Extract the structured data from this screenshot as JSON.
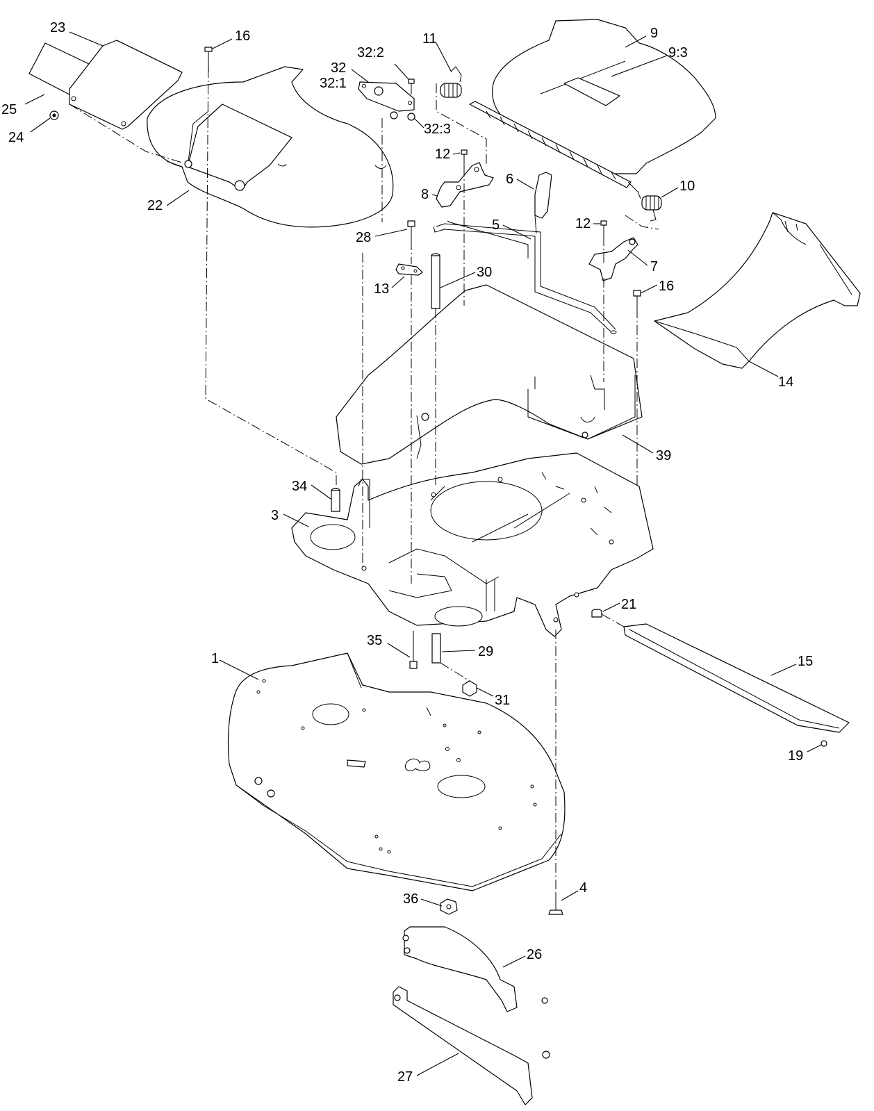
{
  "callouts": [
    {
      "id": "c23",
      "text": "23"
    },
    {
      "id": "c16a",
      "text": "16"
    },
    {
      "id": "c11",
      "text": "11"
    },
    {
      "id": "c9",
      "text": "9"
    },
    {
      "id": "c9_3",
      "text": "9:3"
    },
    {
      "id": "c32_2",
      "text": "32:2"
    },
    {
      "id": "c32",
      "text": "32"
    },
    {
      "id": "c32_1",
      "text": "32:1"
    },
    {
      "id": "c25",
      "text": "25"
    },
    {
      "id": "c24",
      "text": "24"
    },
    {
      "id": "c32_3",
      "text": "32:3"
    },
    {
      "id": "c12a",
      "text": "12"
    },
    {
      "id": "c6",
      "text": "6"
    },
    {
      "id": "c8",
      "text": "8"
    },
    {
      "id": "c10",
      "text": "10"
    },
    {
      "id": "c22",
      "text": "22"
    },
    {
      "id": "c5",
      "text": "5"
    },
    {
      "id": "c12b",
      "text": "12"
    },
    {
      "id": "c28",
      "text": "28"
    },
    {
      "id": "c7",
      "text": "7"
    },
    {
      "id": "c30",
      "text": "30"
    },
    {
      "id": "c13",
      "text": "13"
    },
    {
      "id": "c16b",
      "text": "16"
    },
    {
      "id": "c14",
      "text": "14"
    },
    {
      "id": "c39",
      "text": "39"
    },
    {
      "id": "c34",
      "text": "34"
    },
    {
      "id": "c3",
      "text": "3"
    },
    {
      "id": "c21",
      "text": "21"
    },
    {
      "id": "c35",
      "text": "35"
    },
    {
      "id": "c29",
      "text": "29"
    },
    {
      "id": "c1",
      "text": "1"
    },
    {
      "id": "c15",
      "text": "15"
    },
    {
      "id": "c31",
      "text": "31"
    },
    {
      "id": "c19",
      "text": "19"
    },
    {
      "id": "c4",
      "text": "4"
    },
    {
      "id": "c36",
      "text": "36"
    },
    {
      "id": "c26",
      "text": "26"
    },
    {
      "id": "c27",
      "text": "27"
    }
  ]
}
